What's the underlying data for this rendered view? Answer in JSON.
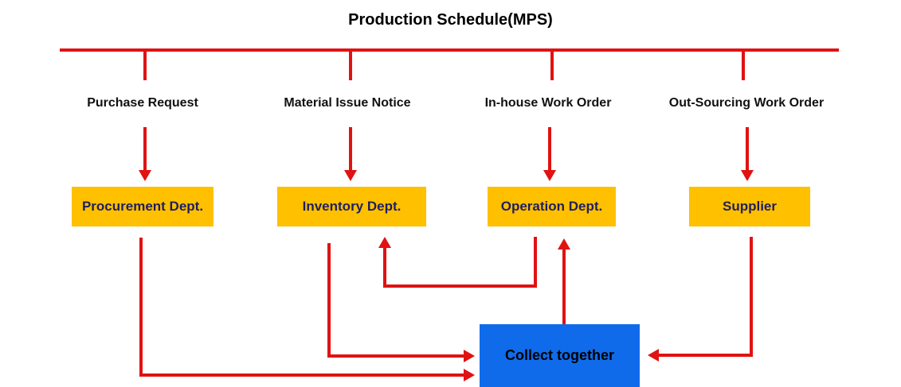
{
  "title": "Production Schedule(MPS)",
  "colors": {
    "line_red": "#E01212",
    "box_yellow": "#FFC000",
    "box_blue": "#0F6BE9",
    "dept_text": "#1F1F60",
    "label_text": "#111111",
    "background": "#FFFFFF"
  },
  "branches": [
    {
      "label": "Purchase Request",
      "dept": "Procurement Dept."
    },
    {
      "label": "Material Issue Notice",
      "dept": "Inventory Dept."
    },
    {
      "label": "In-house Work Order",
      "dept": "Operation Dept."
    },
    {
      "label": "Out-Sourcing Work Order",
      "dept": "Supplier"
    }
  ],
  "collect": {
    "label": "Collect together"
  },
  "connections": [
    {
      "from": "Production Schedule(MPS)",
      "via": "Purchase Request",
      "to": "Procurement Dept."
    },
    {
      "from": "Production Schedule(MPS)",
      "via": "Material Issue Notice",
      "to": "Inventory Dept."
    },
    {
      "from": "Production Schedule(MPS)",
      "via": "In-house Work Order",
      "to": "Operation Dept."
    },
    {
      "from": "Production Schedule(MPS)",
      "via": "Out-Sourcing Work Order",
      "to": "Supplier"
    },
    {
      "from": "Operation Dept.",
      "to": "Inventory Dept."
    },
    {
      "from": "Collect together",
      "to": "Operation Dept."
    },
    {
      "from": "Procurement Dept.",
      "to": "Collect together"
    },
    {
      "from": "Inventory Dept.",
      "to": "Collect together"
    },
    {
      "from": "Supplier",
      "to": "Collect together"
    }
  ]
}
